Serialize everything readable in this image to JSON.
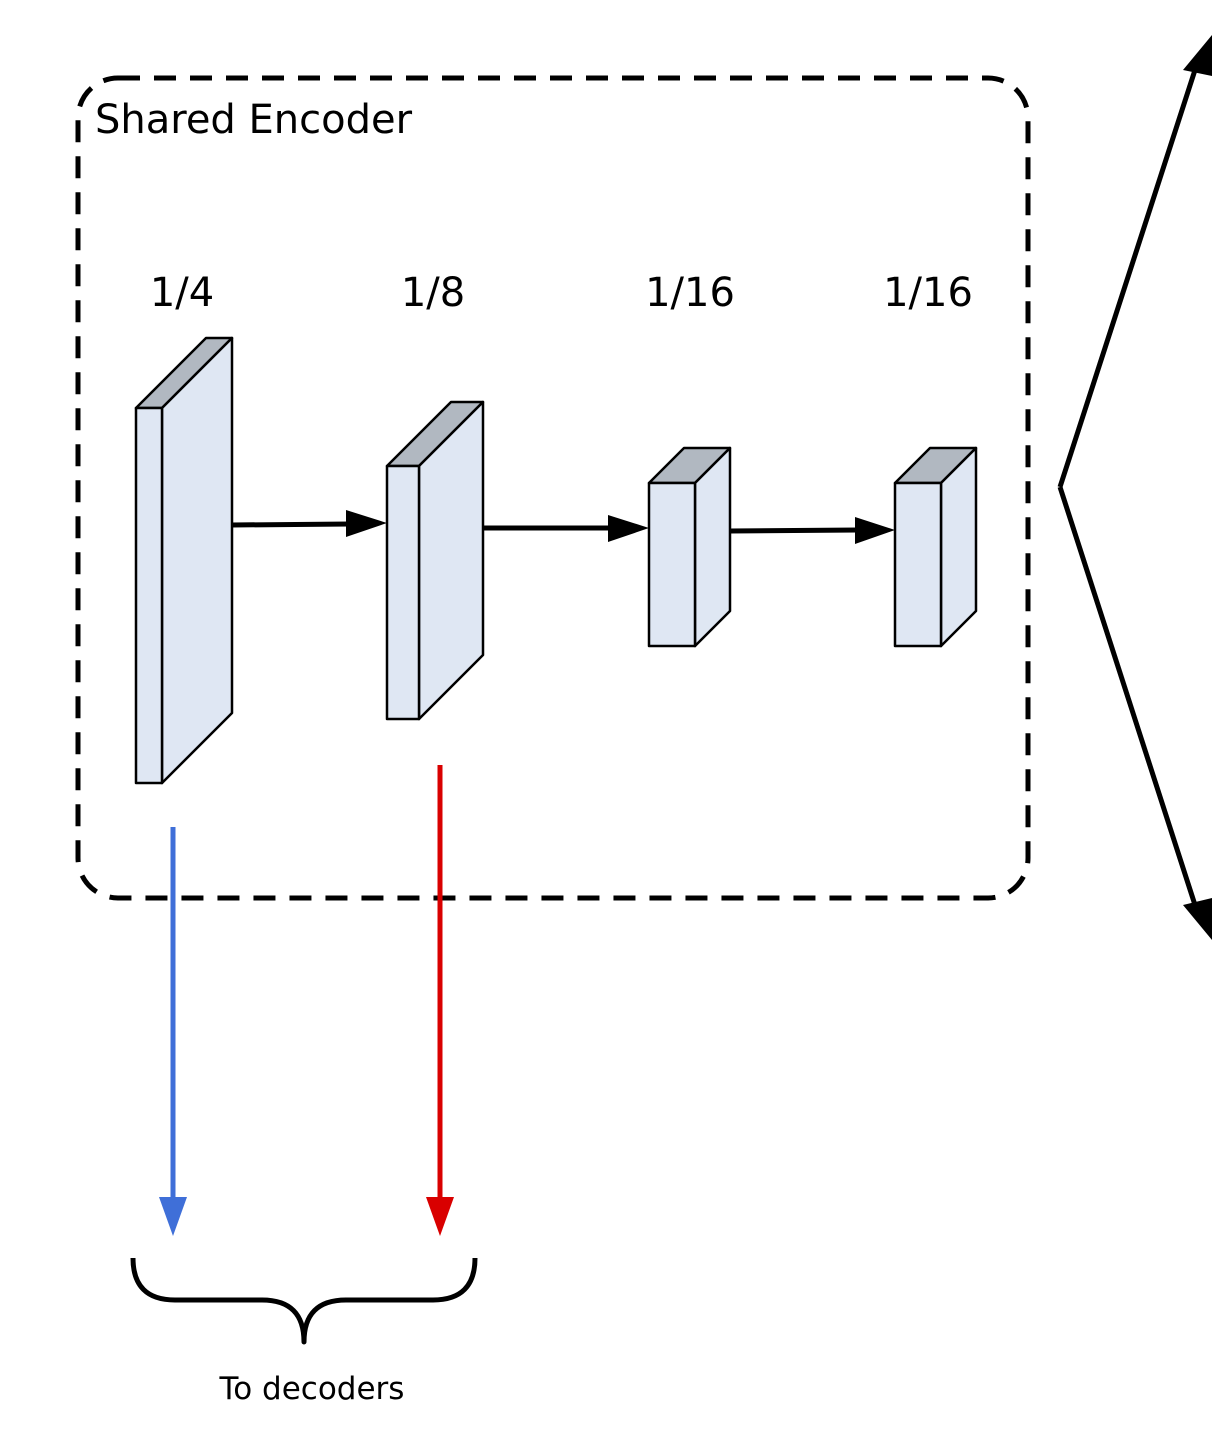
{
  "encoder": {
    "title": "Shared Encoder",
    "stages": [
      {
        "scale": "1/4"
      },
      {
        "scale": "1/8"
      },
      {
        "scale": "1/16"
      },
      {
        "scale": "1/16"
      }
    ]
  },
  "outputs": {
    "label": "To decoders",
    "arrow_colors": [
      "#3f6fd8",
      "#d90000"
    ]
  },
  "colors": {
    "block_face": "#dfe7f3",
    "block_top": "#b1b8c1",
    "stroke": "#000000"
  }
}
